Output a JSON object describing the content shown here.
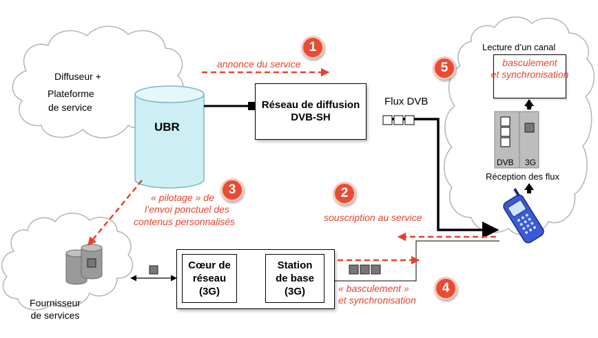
{
  "diffuseur": {
    "line1": "Diffuseur   +",
    "line2": "Plateforme",
    "line3": "de service"
  },
  "ubr": {
    "label": "UBR"
  },
  "reseau": {
    "line1": "Réseau de diffusion",
    "line2": "DVB-SH"
  },
  "flux_dvb": "Flux DVB",
  "annonce": "annonce du service",
  "pilotage": {
    "line1": "« pilotage » de",
    "line2": "l’envoi ponctuel des",
    "line3": "contenus personnalisés"
  },
  "souscription": "souscription au service",
  "basculement_bottom": {
    "line1": "« basculement »",
    "line2": "et synchronisation"
  },
  "fournisseur": {
    "line1": "Fournisseur",
    "line2": "de services"
  },
  "coeur": {
    "line1": "Cœur de",
    "line2": "réseau",
    "line3": "(3G)"
  },
  "station": {
    "line1": "Station",
    "line2": "de base",
    "line3": "(3G)"
  },
  "lecture": {
    "title": "Lecture d’un canal",
    "line1": "basculement",
    "line2": "et synchronisation"
  },
  "receiver": {
    "dvb": "DVB",
    "g3": "3G"
  },
  "reception": "Réception des flux",
  "badges": [
    "1",
    "2",
    "3",
    "4",
    "5"
  ],
  "colors": {
    "accent_red": "#e8412a",
    "ubr_fill": "#cdeef2",
    "cloud_stroke": "#aaaaaa",
    "phone_blue": "#3b5bd6",
    "packet_gray": "#777777"
  }
}
